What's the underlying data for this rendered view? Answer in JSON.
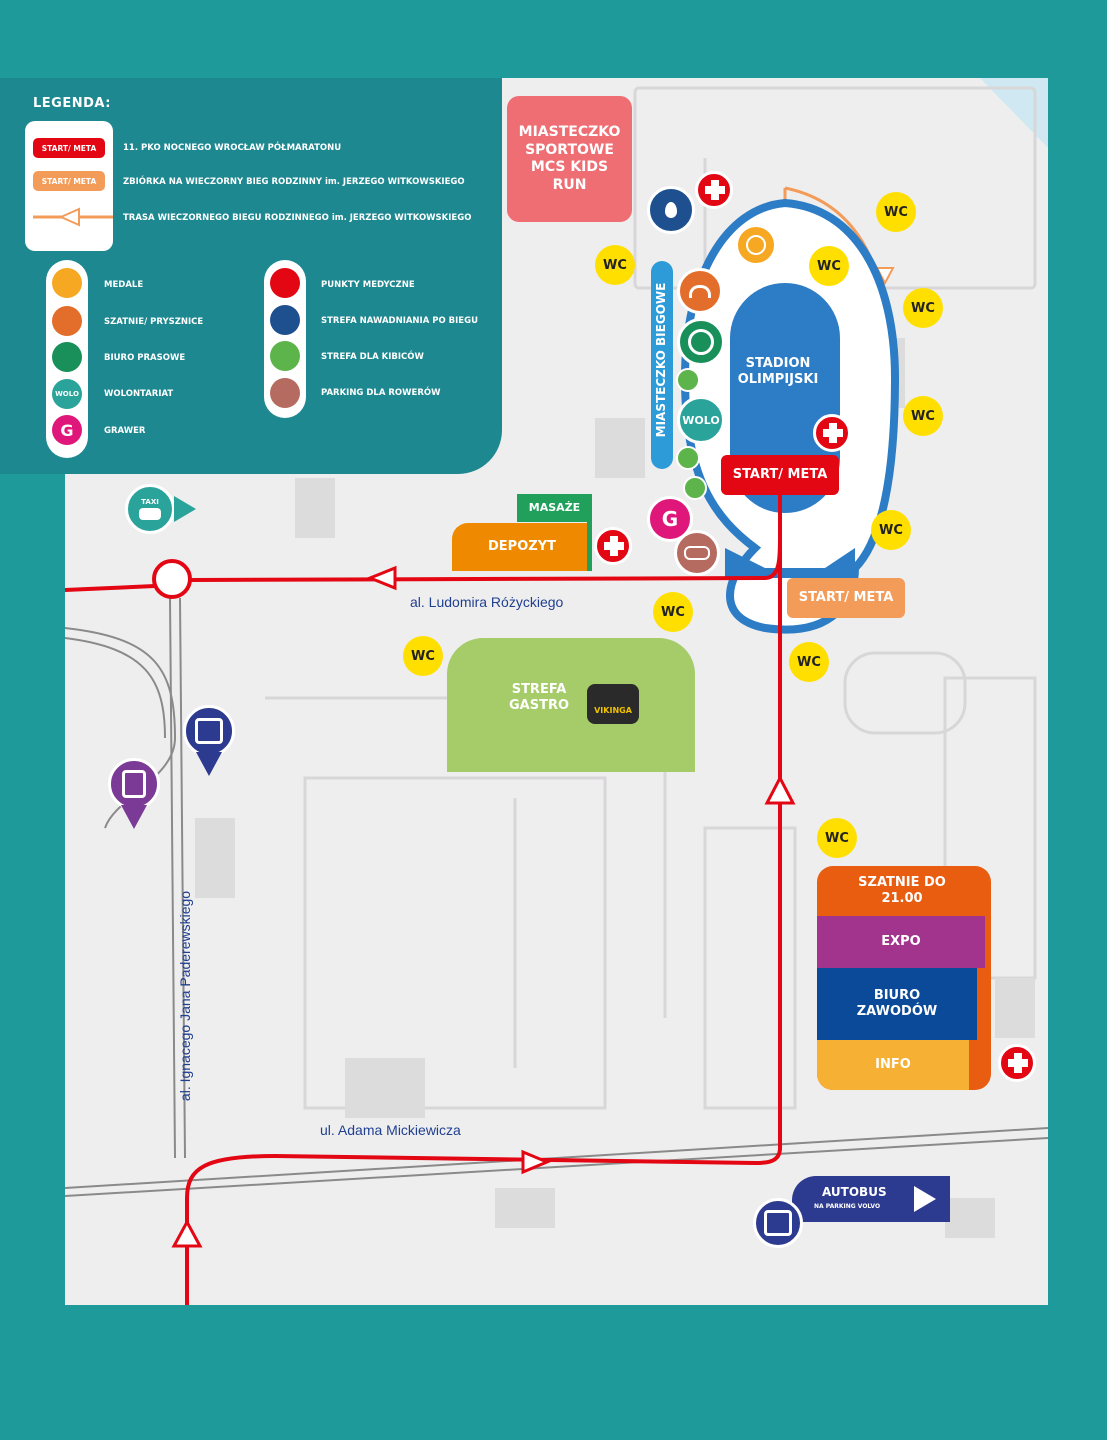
{
  "legend": {
    "title": "LEGENDA:",
    "start_meta_red": "START/ META",
    "start_meta_red_desc": "11. PKO NOCNEGO WROCŁAW PÓŁMARATONU",
    "start_meta_orange": "START/ META",
    "start_meta_orange_desc": "ZBIÓRKA NA WIECZORNY BIEG RODZINNY im. JERZEGO WITKOWSKIEGO",
    "route_desc": "TRASA WIECZORNEGO BIEGU RODZINNEGO im. JERZEGO WITKOWSKIEGO",
    "left_items": [
      "MEDALE",
      "SZATNIE/ PRYSZNICE",
      "BIURO PRASOWE",
      "WOLONTARIAT",
      "GRAWER"
    ],
    "right_items": [
      "PUNKTY MEDYCZNE",
      "STREFA NAWADNIANIA PO BIEGU",
      "STREFA DLA KIBICÓW",
      "PARKING DLA ROWERÓW"
    ],
    "wolo_short": "WOLO",
    "grawer_short": "G"
  },
  "map": {
    "kids_run": "MIASTECZKO SPORTOWE MCS KIDS RUN",
    "stadium": "STADION OLIMPIJSKI",
    "miasteczko": "MIASTECZKO BIEGOWE",
    "start_meta_red": "START/ META",
    "start_meta_orange": "START/ META",
    "masaze": "MASAŻE",
    "depozyt": "DEPOZYT",
    "gastro": "STREFA GASTRO",
    "vikinga": "VIKINGA",
    "szatnie": "SZATNIE DO 21.00",
    "expo": "EXPO",
    "biuro": "BIURO ZAWODÓW",
    "info": "INFO",
    "autobus": "AUTOBUS",
    "autobus_sub": "NA PARKING VOLVO",
    "wc": "WC",
    "wolo": "WOLO",
    "g": "G",
    "taxi": "TAXI",
    "streets": {
      "rozyckiego": "al. Ludomira Różyckiego",
      "mickiewicza": "ul. Adama Mickiewicza",
      "paderewskiego": "al. Ignacego Jana Paderewskiego"
    }
  },
  "colors": {
    "background": "#1f9a9a",
    "route_red": "#e30613",
    "route_orange": "#f39c5a",
    "stadium_blue": "#2c7cc6"
  },
  "icons": [
    "medal-icon",
    "shower-icon",
    "press-office-icon",
    "volunteer-icon",
    "engraver-icon",
    "medical-icon",
    "hydration-icon",
    "fans-zone-icon",
    "bike-parking-icon",
    "bus-stop-icon",
    "tram-stop-icon",
    "taxi-icon"
  ]
}
